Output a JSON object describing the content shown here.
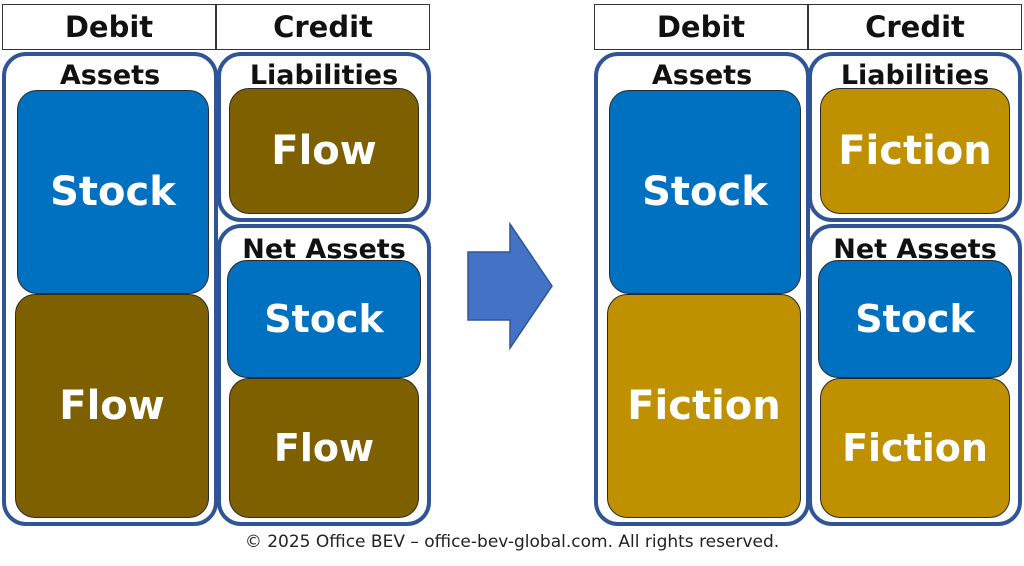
{
  "headers": {
    "debit": "Debit",
    "credit": "Credit"
  },
  "groups": {
    "assets": "Assets",
    "liabilities": "Liabilities",
    "net_assets": "Net Assets"
  },
  "blocks": {
    "stock": "Stock",
    "flow": "Flow",
    "fiction": "Fiction"
  },
  "colors": {
    "stock": "#0070c0",
    "flow": "#7f6000",
    "fiction": "#bf9000",
    "border": "#2f5597",
    "arrow": "#4472c4"
  },
  "footer": "© 2025 Office BEV – office-bev-global.com. All rights reserved."
}
